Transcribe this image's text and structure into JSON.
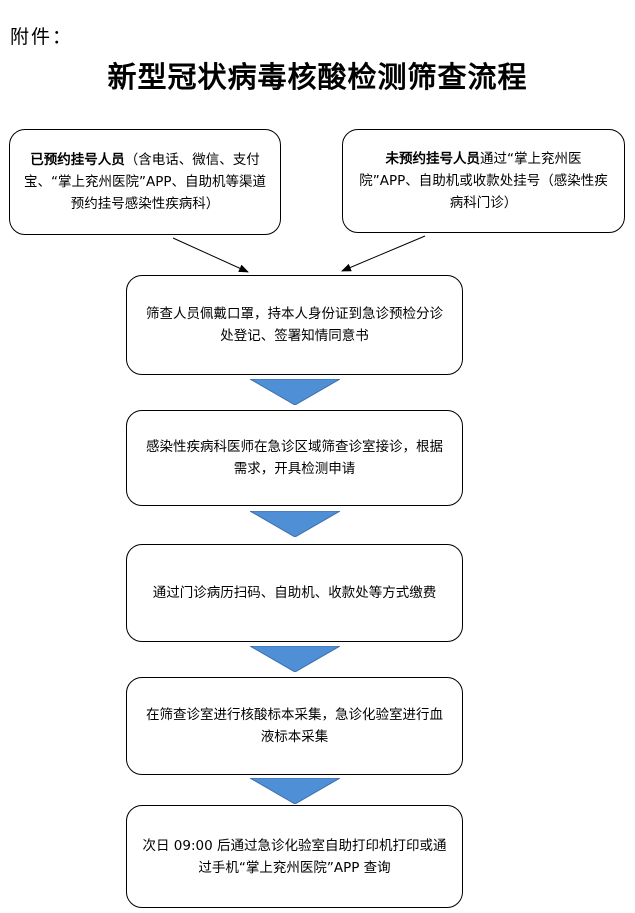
{
  "header": {
    "attachment_label": "附件：",
    "title": "新型冠状病毒核酸检测筛查流程"
  },
  "top_boxes": {
    "left": {
      "bold": "已预约挂号人员",
      "text": "（含电话、微信、支付宝、“掌上兖州医院”APP、自助机等渠道预约挂号感染性疾病科）"
    },
    "right": {
      "bold": "未预约挂号人员",
      "text": "通过“掌上兖州医院”APP、自助机或收款处挂号（感染性疾病科门诊）"
    }
  },
  "steps": [
    "筛查人员佩戴口罩，持本人身份证到急诊预检分诊处登记、签署知情同意书",
    "感染性疾病科医师在急诊区域筛查诊室接诊，根据需求，开具检测申请",
    "通过门诊病历扫码、自助机、收款处等方式缴费",
    "在筛查诊室进行核酸标本采集，急诊化验室进行血液标本采集",
    "次日 09:00 后通过急诊化验室自助打印机打印或通过手机“掌上兖州医院”APP 查询"
  ],
  "colors": {
    "arrow_fill": "#4f8fd6",
    "arrow_stroke": "#3a6fae"
  }
}
